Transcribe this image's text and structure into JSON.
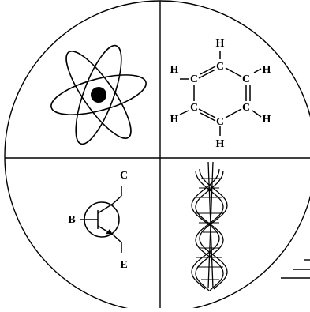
{
  "figure": {
    "quadrants": [
      {
        "id": "atom",
        "icon": "atom-icon"
      },
      {
        "id": "benzene",
        "icon": "benzene-ring-icon"
      },
      {
        "id": "transistor",
        "icon": "transistor-symbol-icon"
      },
      {
        "id": "dna",
        "icon": "dna-double-helix-icon"
      }
    ],
    "benzene": {
      "atom_labels": {
        "h_top": "H",
        "c_top": "C",
        "h_top_left": "H",
        "c_top_left": "C",
        "c_top_right": "C",
        "h_top_right": "H",
        "h_bottom_left": "H",
        "c_bottom_left": "C",
        "c_bottom_right": "C",
        "h_bottom_right": "H",
        "c_bottom": "C",
        "h_bottom": "H"
      }
    },
    "transistor": {
      "collector_label": "C",
      "base_label": "B",
      "emitter_label": "E"
    },
    "stroke_color": "#000000",
    "background_color": "#ffffff"
  }
}
